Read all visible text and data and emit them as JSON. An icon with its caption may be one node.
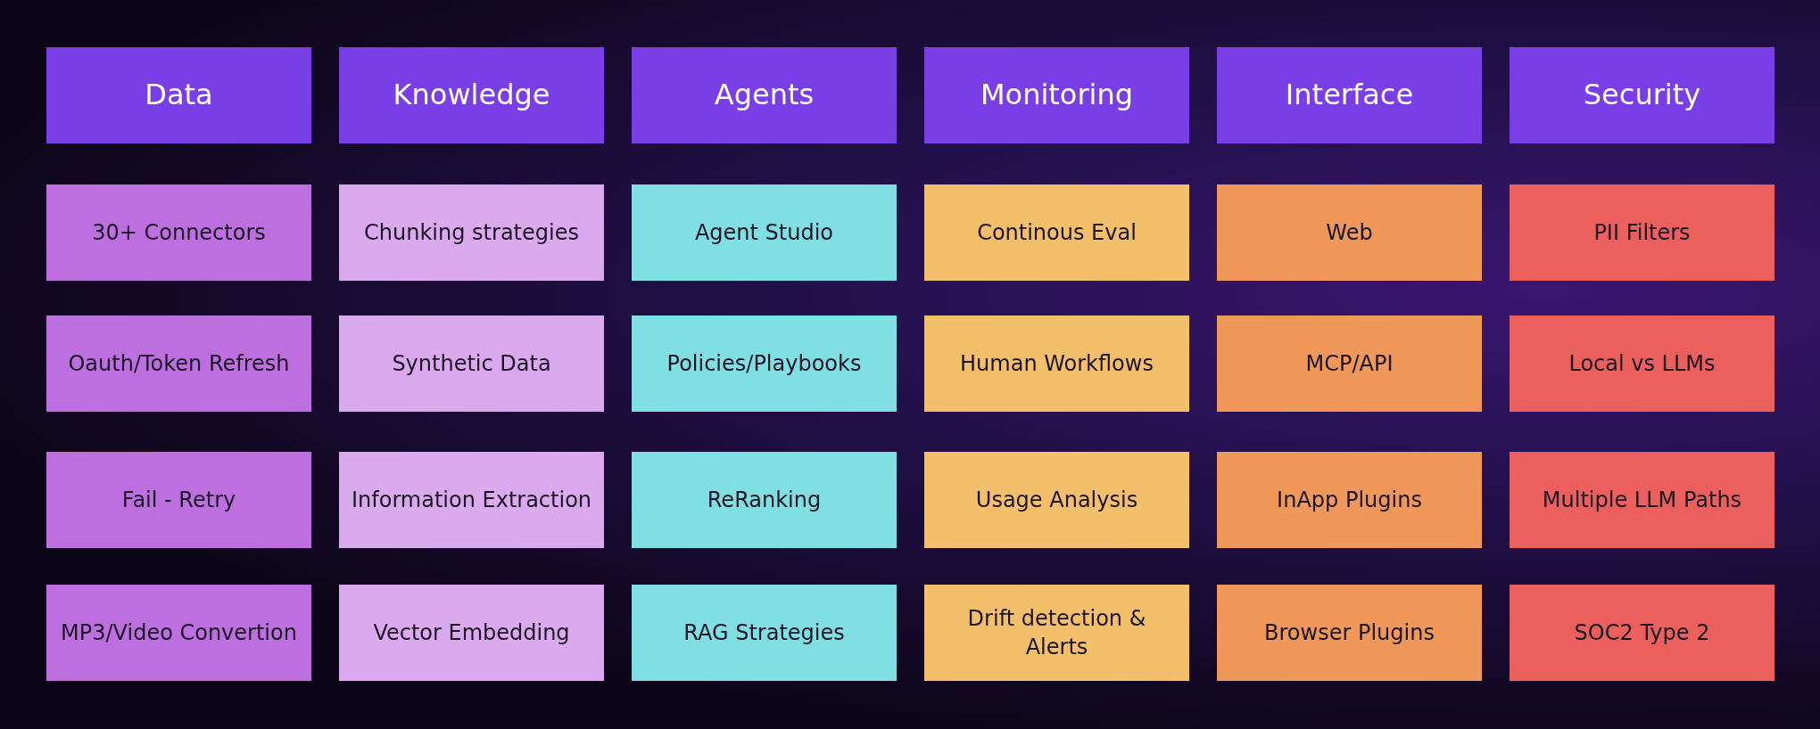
{
  "diagram": {
    "nodes": [
      {
        "text": [
          "Data"
        ]
      },
      {
        "text": [
          "Knowledge"
        ]
      },
      {
        "text": [
          "Agents"
        ]
      },
      {
        "text": [
          "Monitoring"
        ]
      },
      {
        "text": [
          "Interface"
        ]
      },
      {
        "text": [
          "Security"
        ]
      },
      {
        "text": [
          "30+ Connectors"
        ]
      },
      {
        "text": [
          "Chunking strategies"
        ]
      },
      {
        "text": [
          "Agent Studio"
        ]
      },
      {
        "text": [
          "Continous Eval"
        ]
      },
      {
        "text": [
          "Web"
        ]
      },
      {
        "text": [
          "PII Filters"
        ]
      },
      {
        "text": [
          "Oauth/Token Refresh"
        ]
      },
      {
        "text": [
          "Synthetic Data"
        ]
      },
      {
        "text": [
          "Policies/Playbooks"
        ]
      },
      {
        "text": [
          "Human Workflows"
        ]
      },
      {
        "text": [
          "MCP/API"
        ]
      },
      {
        "text": [
          "Local vs LLMs"
        ]
      },
      {
        "text": [
          "Fail - Retry"
        ]
      },
      {
        "text": [
          "Information Extraction"
        ]
      },
      {
        "text": [
          "ReRanking"
        ]
      },
      {
        "text": [
          "Usage Analysis"
        ]
      },
      {
        "text": [
          "InApp Plugins"
        ]
      },
      {
        "text": [
          "Multiple LLM Paths"
        ]
      },
      {
        "text": [
          "MP3/Video Convertion"
        ]
      },
      {
        "text": [
          "Vector Embedding"
        ]
      },
      {
        "text": [
          "RAG Strategies"
        ]
      },
      {
        "text": [
          "Drift detection & Alerts"
        ]
      },
      {
        "text": [
          "Browser Plugins"
        ]
      },
      {
        "text": [
          "SOC2 Type 2"
        ]
      }
    ]
  }
}
